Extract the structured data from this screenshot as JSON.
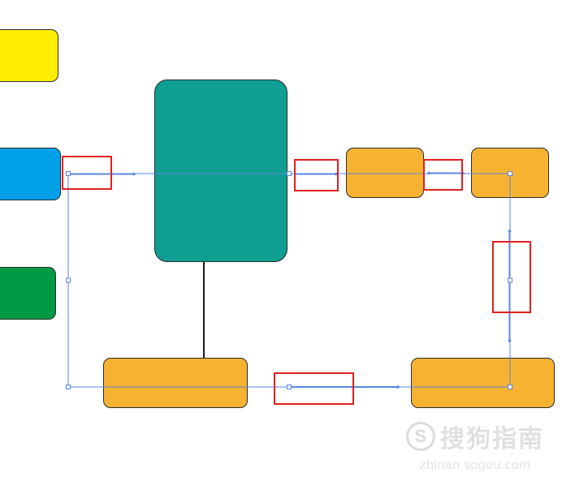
{
  "colors": {
    "yellow": "#ffee00",
    "blue": "#00a0e9",
    "green": "#009944",
    "teal": "#0f9e92",
    "orange": "#f6b332",
    "guide_blue": "#5a86e0",
    "highlight_red": "#e02020",
    "border": "#2b2b2b"
  },
  "watermark": {
    "brand": "搜狗指南",
    "logo_glyph": "S",
    "url": "zhinan.sogou.com"
  }
}
